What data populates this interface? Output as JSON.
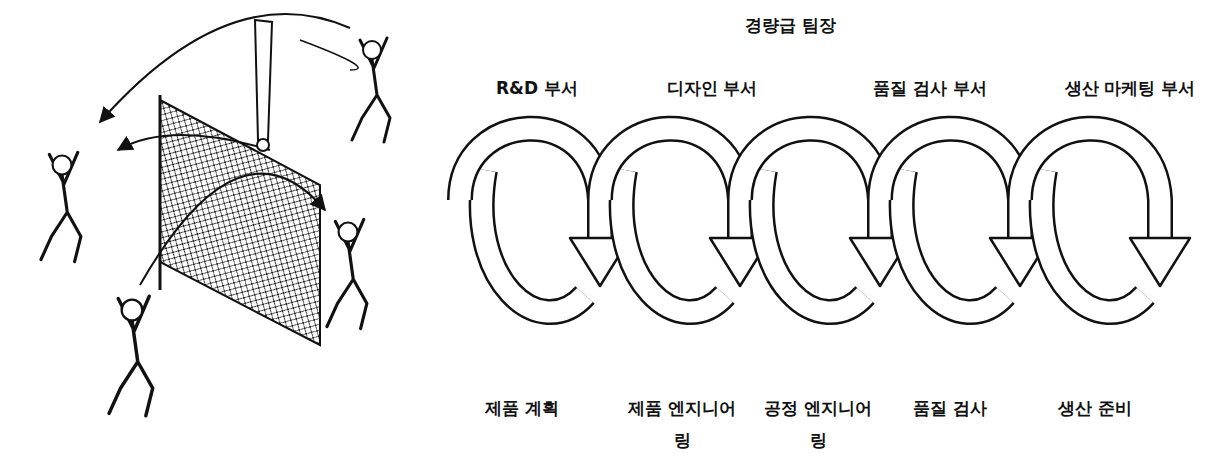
{
  "diagram": {
    "title": "경량급 팀장",
    "labels": [
      "R&D 부서",
      "디자인 부서",
      "품질 검사 부서",
      "생산 마케팅 부서",
      "제품 계획",
      "제품 엔지니어링",
      "공정 엔지니어링",
      "품질 검사",
      "생산 준비"
    ]
  }
}
